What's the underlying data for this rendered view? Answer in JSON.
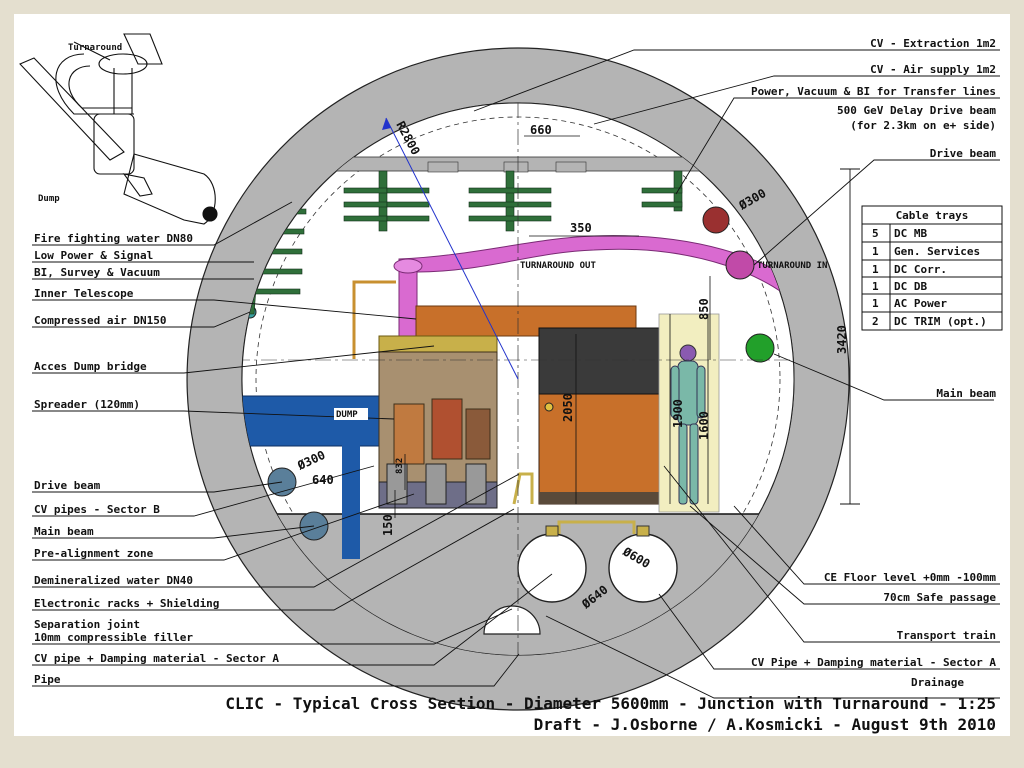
{
  "labels_left": [
    "Fire fighting water DN80",
    "Low Power & Signal",
    "BI, Survey & Vacuum",
    "Inner Telescope",
    "Compressed air DN150",
    "Acces Dump bridge",
    "Spreader (120mm)",
    "Drive beam",
    "CV pipes - Sector B",
    "Main beam",
    "Pre-alignment zone",
    "Demineralized water DN40",
    "Electronic racks + Shielding",
    "Separation joint",
    "10mm compressible filler",
    "CV pipe + Damping material - Sector A",
    "Pipe"
  ],
  "labels_right": [
    "CV - Extraction 1m2",
    "CV - Air supply 1m2",
    "Power, Vacuum & BI for Transfer lines",
    "500 GeV Delay Drive beam",
    "(for 2.3km on e+ side)",
    "Drive beam",
    "Main beam",
    "CE Floor level +0mm -100mm",
    "70cm Safe passage",
    "Transport train",
    "CV Pipe + Damping material - Sector A",
    "Drainage"
  ],
  "inset": {
    "turnaround": "Turnaround",
    "dump": "Dump"
  },
  "inner_labels": {
    "turnaround_out": "TURNAROUND OUT",
    "turnaround_in": "TURNAROUND IN",
    "dump": "DUMP"
  },
  "dimensions": {
    "radius": "R2800",
    "d660": "660",
    "d350": "350",
    "phi300_top": "Ø300",
    "d850": "850",
    "d3420": "3420",
    "d2050": "2050",
    "d1900": "1900",
    "d1600": "1600",
    "phi300_left": "Ø300",
    "d640": "640",
    "d832": "832",
    "d150": "150",
    "phi600": "Ø600",
    "phi640": "Ø640"
  },
  "cable_trays": {
    "header": "Cable trays",
    "rows": [
      {
        "count": "5",
        "name": "DC MB"
      },
      {
        "count": "1",
        "name": "Gen. Services"
      },
      {
        "count": "1",
        "name": "DC Corr."
      },
      {
        "count": "1",
        "name": "DC DB"
      },
      {
        "count": "1",
        "name": "AC Power"
      },
      {
        "count": "2",
        "name": "DC TRIM (opt.)"
      }
    ]
  },
  "title": {
    "line1": "CLIC - Typical Cross Section - Diameter 5600mm - Junction with Turnaround - 1:25",
    "line2": "Draft - J.Osborne / A.Kosmicki - August 9th 2010"
  },
  "colors": {
    "frame": "#e4dfcf",
    "concrete": "#b4b4b4",
    "tray": "#2f6f3a",
    "pink_pipe": "#d96ad0",
    "blue_pipe": "#1e5aa8",
    "rack_orange": "#c8702a",
    "drive_beam": "#9a3030",
    "main_beam": "#22a02a",
    "cv_pipe": "#5a7f9a"
  }
}
